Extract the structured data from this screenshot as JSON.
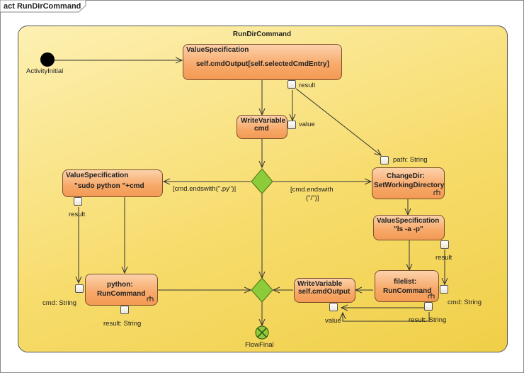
{
  "frame": {
    "title": "act RunDirCommand"
  },
  "activity": {
    "title": "RunDirCommand"
  },
  "nodes": {
    "initial": {
      "label": "ActivityInitial"
    },
    "final": {
      "label": "FlowFinal"
    },
    "vs_cmdoutput": {
      "line1": "ValueSpecification",
      "line2": "self.cmdOutput[self.selectedCmdEntry]"
    },
    "wv_cmd": {
      "line1": "WriteVariable",
      "line2": "cmd"
    },
    "vs_sudo": {
      "line1": "ValueSpecification",
      "line2": "\"sudo python \"+cmd"
    },
    "changedir": {
      "line1": "ChangeDir:",
      "line2": "SetWorkingDirectory"
    },
    "vs_ls": {
      "line1": "ValueSpecification",
      "line2": "\"ls -a -p\""
    },
    "python": {
      "line1": "python:",
      "line2": "RunCommand"
    },
    "filelist": {
      "line1": "filelist:",
      "line2": "RunCommand"
    },
    "wv_cmdoutput": {
      "line1": "WriteVariable",
      "line2": "self.cmdOutput"
    }
  },
  "pins": {
    "result_top": "result",
    "value_wv": "value",
    "path": "path: String",
    "result_sudo": "result",
    "result_ls": "result",
    "cmd_python": "cmd: String",
    "result_python": "result: String",
    "cmd_filelist": "cmd: String",
    "result_filelist": "result: String",
    "value_bottom": "value"
  },
  "guards": {
    "py": "[cmd.endswith(\".py\")]",
    "slash_line1": "[cmd.endswith",
    "slash_line2": "(\"/\")]"
  }
}
